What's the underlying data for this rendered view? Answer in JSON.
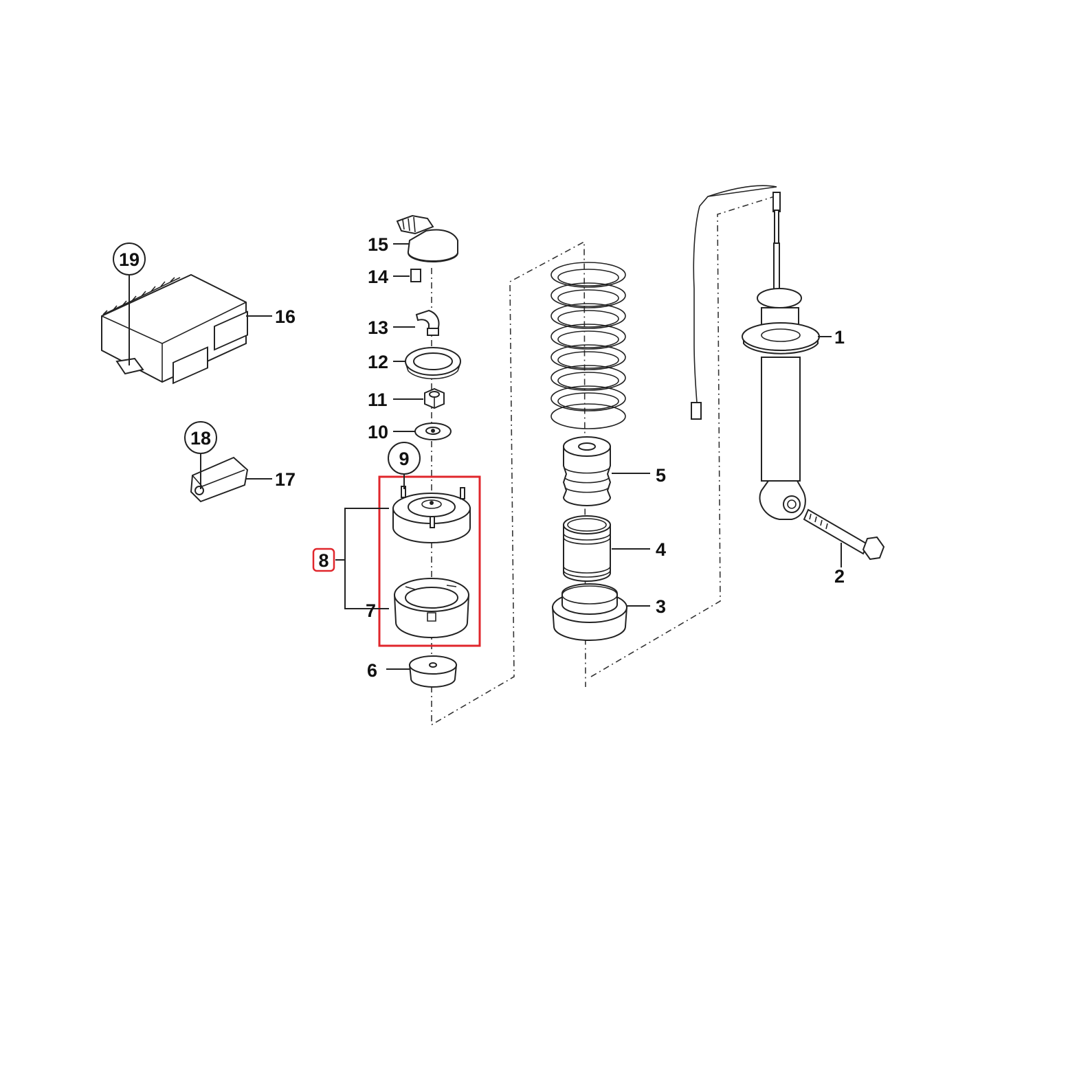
{
  "diagram": {
    "highlight_color": "#e0262b",
    "line_color": "#222222",
    "highlighted_part": "8",
    "callouts": [
      {
        "id": "1",
        "label": "1",
        "style": "plain"
      },
      {
        "id": "2",
        "label": "2",
        "style": "plain"
      },
      {
        "id": "3",
        "label": "3",
        "style": "plain"
      },
      {
        "id": "4",
        "label": "4",
        "style": "plain"
      },
      {
        "id": "5",
        "label": "5",
        "style": "plain"
      },
      {
        "id": "6",
        "label": "6",
        "style": "plain"
      },
      {
        "id": "7",
        "label": "7",
        "style": "plain"
      },
      {
        "id": "8",
        "label": "8",
        "style": "highlighted"
      },
      {
        "id": "9",
        "label": "9",
        "style": "circled"
      },
      {
        "id": "10",
        "label": "10",
        "style": "plain"
      },
      {
        "id": "11",
        "label": "11",
        "style": "plain"
      },
      {
        "id": "12",
        "label": "12",
        "style": "plain"
      },
      {
        "id": "13",
        "label": "13",
        "style": "plain"
      },
      {
        "id": "14",
        "label": "14",
        "style": "plain"
      },
      {
        "id": "15",
        "label": "15",
        "style": "plain"
      },
      {
        "id": "16",
        "label": "16",
        "style": "plain"
      },
      {
        "id": "17",
        "label": "17",
        "style": "plain"
      },
      {
        "id": "18",
        "label": "18",
        "style": "circled"
      },
      {
        "id": "19",
        "label": "19",
        "style": "circled"
      }
    ]
  }
}
